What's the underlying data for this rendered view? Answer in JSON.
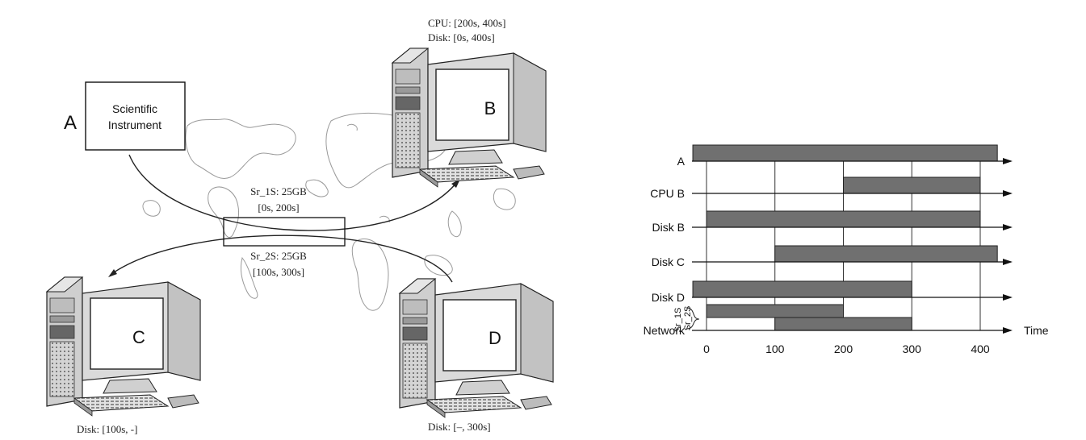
{
  "left_diagram": {
    "node_a": {
      "letter": "A",
      "box_line1": "Scientific",
      "box_line2": "Instrument"
    },
    "node_b": {
      "letter": "B",
      "cpu": "CPU: [200s, 400s]",
      "disk": "Disk: [0s, 400s]"
    },
    "node_c": {
      "letter": "C",
      "disk": "Disk: [100s, -]"
    },
    "node_d": {
      "letter": "D",
      "disk": "Disk: [–, 300s]"
    },
    "transfer_1": {
      "label": "Sr_1S: 25GB",
      "window": "[0s, 200s]"
    },
    "transfer_2": {
      "label": "Sr_2S: 25GB",
      "window": "[100s, 300s]"
    }
  },
  "chart_data": {
    "type": "gantt",
    "x_ticks": [
      0,
      100,
      200,
      300,
      400
    ],
    "xlabel": "Time",
    "xlim": [
      -20,
      430
    ],
    "rows": [
      {
        "label": "A",
        "bars": [
          [
            -20,
            425
          ]
        ]
      },
      {
        "label": "CPU B",
        "bars": [
          [
            200,
            400
          ]
        ]
      },
      {
        "label": "Disk B",
        "bars": [
          [
            0,
            400
          ]
        ]
      },
      {
        "label": "Disk C",
        "bars": [
          [
            100,
            425
          ]
        ]
      },
      {
        "label": "Disk D",
        "bars": [
          [
            -20,
            300
          ]
        ]
      },
      {
        "label": "Network",
        "sublabels": [
          "Sr_1S",
          "Sr_2S"
        ],
        "bars": [
          [
            0,
            200
          ],
          [
            100,
            300
          ]
        ]
      }
    ],
    "colors": {
      "bar": "#707070",
      "bar_stroke": "#222222"
    }
  }
}
